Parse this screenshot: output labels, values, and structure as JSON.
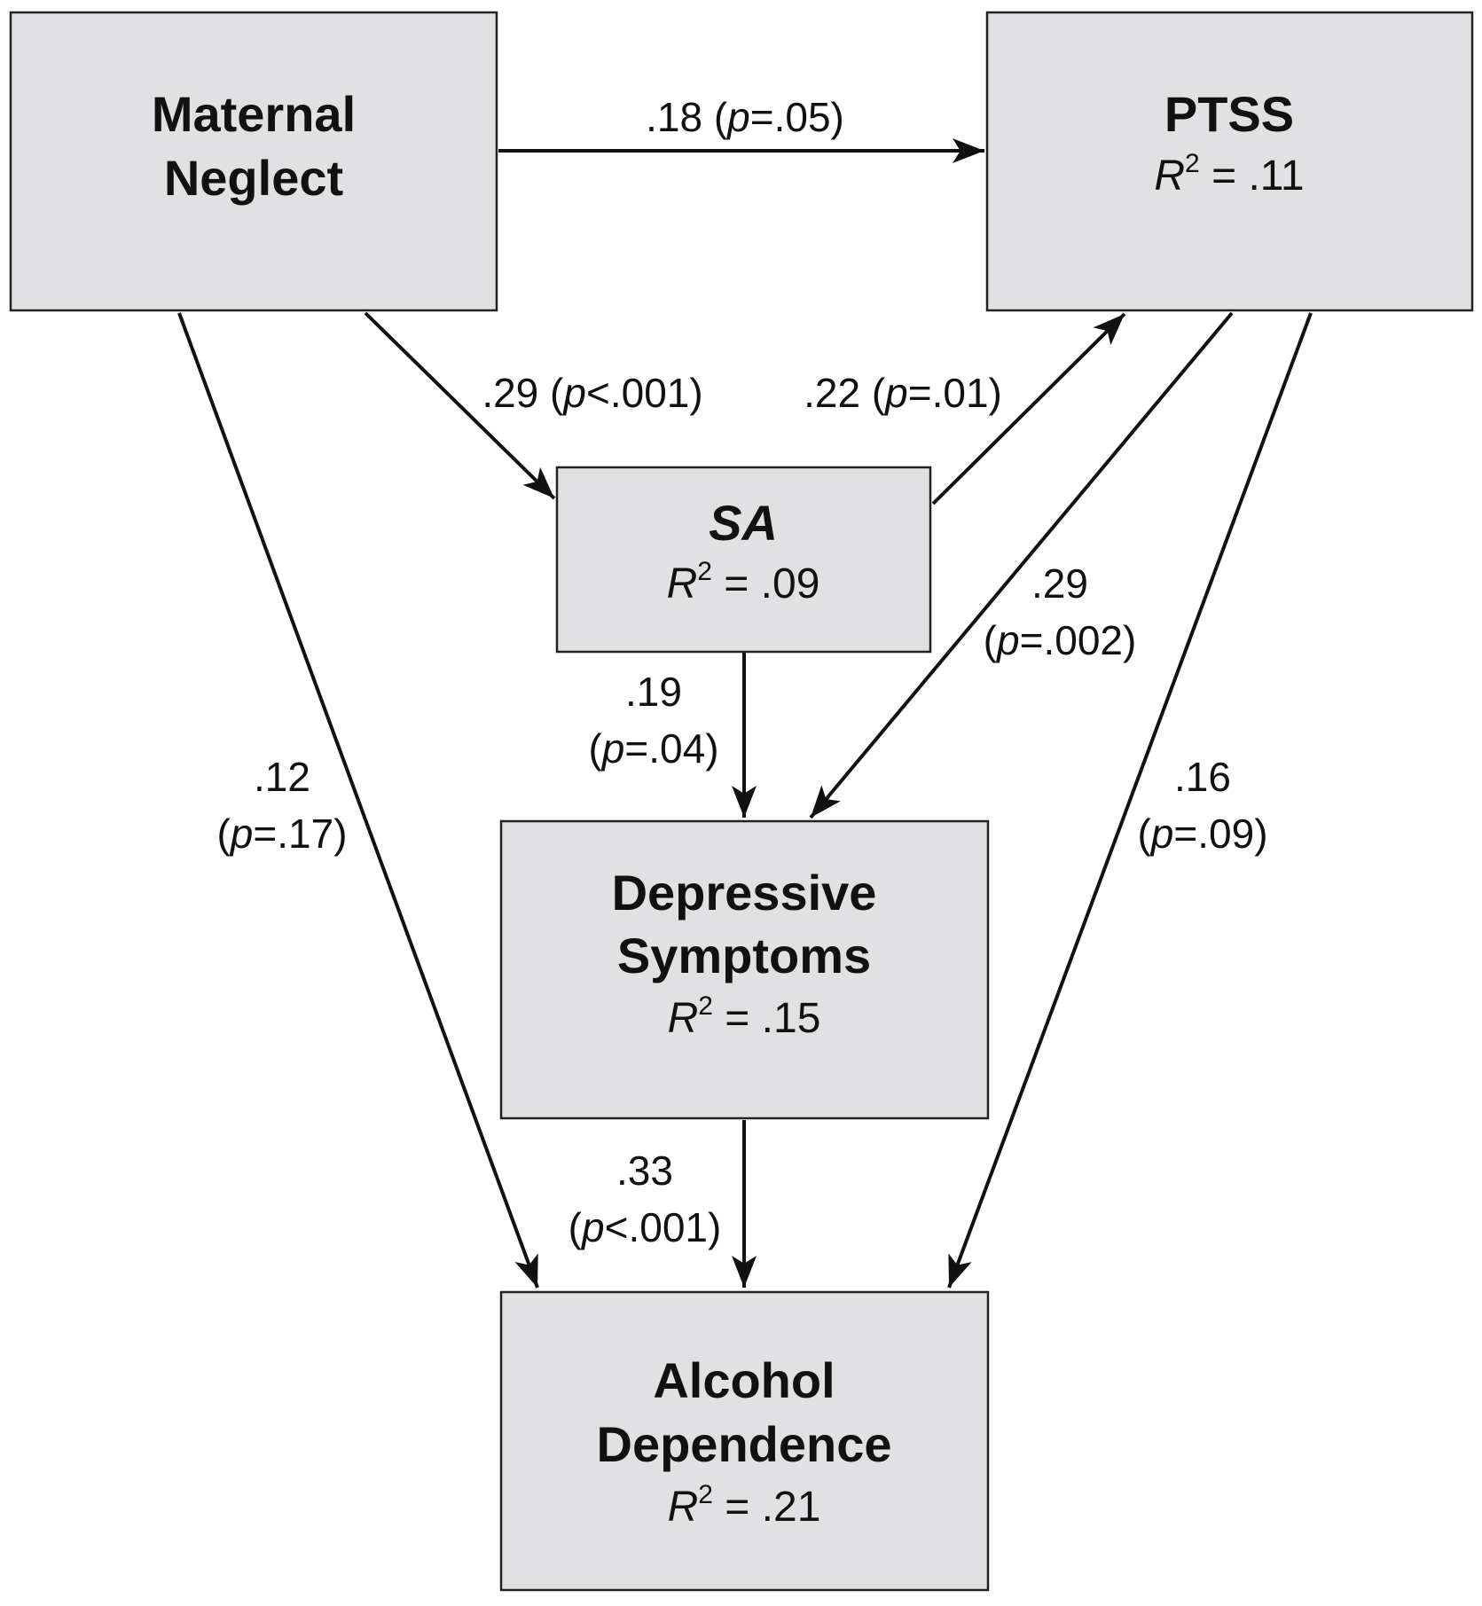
{
  "nodes": {
    "maternal_neglect": {
      "line1": "Maternal",
      "line2": "Neglect"
    },
    "ptss": {
      "title": "PTSS",
      "r2_symbol": "R",
      "r2_exp": "2",
      "r2_value": " = .11"
    },
    "sa": {
      "title": "SA",
      "r2_symbol": "R",
      "r2_exp": "2",
      "r2_value": " = .09"
    },
    "depressive_symptoms": {
      "line1": "Depressive",
      "line2": "Symptoms",
      "r2_symbol": "R",
      "r2_exp": "2",
      "r2_value": " = .15"
    },
    "alcohol_dependence": {
      "line1": "Alcohol",
      "line2": "Dependence",
      "r2_symbol": "R",
      "r2_exp": "2",
      "r2_value": " = .21"
    }
  },
  "paths": {
    "neglect_to_ptss": {
      "coef": ".18",
      "p_open": " (",
      "p_sym": "p",
      "p_rest": "=.05)"
    },
    "neglect_to_sa": {
      "coef": ".29",
      "p_open": " (",
      "p_sym": "p",
      "p_rest": "<.001)"
    },
    "sa_to_ptss": {
      "coef": ".22",
      "p_open": " (",
      "p_sym": "p",
      "p_rest": "=.01)"
    },
    "ptss_to_depression": {
      "coef": ".29",
      "p_open": "(",
      "p_sym": "p",
      "p_rest": "=.002)"
    },
    "sa_to_depression": {
      "coef": ".19",
      "p_open": "(",
      "p_sym": "p",
      "p_rest": "=.04)"
    },
    "neglect_to_alcohol": {
      "coef": ".12",
      "p_open": "(",
      "p_sym": "p",
      "p_rest": "=.17)"
    },
    "ptss_to_alcohol": {
      "coef": ".16",
      "p_open": "(",
      "p_sym": "p",
      "p_rest": "=.09)"
    },
    "depression_to_alcohol": {
      "coef": ".33",
      "p_open": "(",
      "p_sym": "p",
      "p_rest": "<.001)"
    }
  }
}
